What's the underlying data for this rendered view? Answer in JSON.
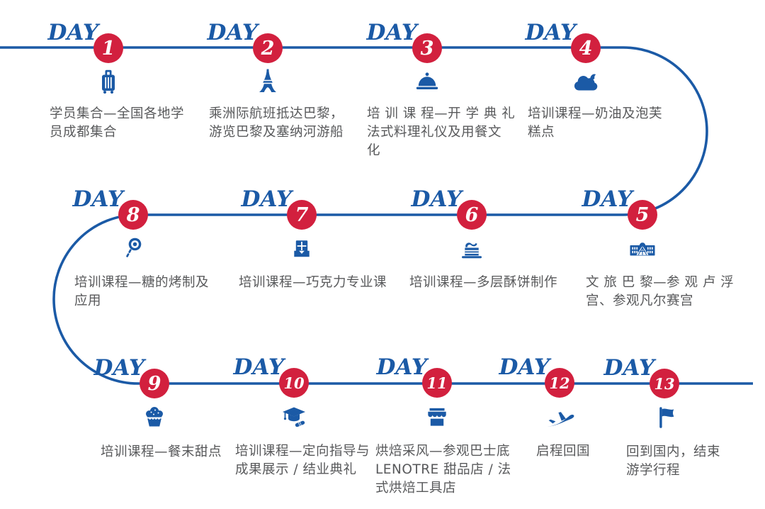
{
  "colors": {
    "path_blue": "#1b5aa6",
    "badge_red": "#d2203e",
    "text_gray": "#58595b"
  },
  "timeline": {
    "day_label": "DAY",
    "days": [
      {
        "number": "1",
        "icon": "luggage-icon",
        "description": "学员集合—全国各地学\n员成都集合"
      },
      {
        "number": "2",
        "icon": "eiffel-tower-icon",
        "description": "乘洲际航班抵达巴黎，\n游览巴黎及塞纳河游船"
      },
      {
        "number": "3",
        "icon": "cloche-icon",
        "description": "培 训 课 程—开 学 典 礼\n法式料理礼仪及用餐文\n化"
      },
      {
        "number": "4",
        "icon": "whipped-cream-icon",
        "description": "培训课程—奶油及泡芙\n糕点"
      },
      {
        "number": "5",
        "icon": "louvre-icon",
        "description": "文 旅 巴 黎—参 观 卢 浮\n宫、参观凡尔赛宫"
      },
      {
        "number": "6",
        "icon": "layer-cake-icon",
        "description": "培训课程—多层酥饼制作"
      },
      {
        "number": "7",
        "icon": "chocolate-icon",
        "description": "培训课程—巧克力专业课"
      },
      {
        "number": "8",
        "icon": "lollipop-icon",
        "description": "培训课程—糖的烤制及\n应用"
      },
      {
        "number": "9",
        "icon": "cupcake-icon",
        "description": "培训课程—餐末甜点"
      },
      {
        "number": "10",
        "icon": "graduation-cap-icon",
        "description": "培训课程—定向指导与\n成果展示 / 结业典礼"
      },
      {
        "number": "11",
        "icon": "shop-icon",
        "description": "烘焙采风—参观巴士底\nLENOTRE 甜品店 / 法\n式烘焙工具店"
      },
      {
        "number": "12",
        "icon": "airplane-icon",
        "description": "启程回国"
      },
      {
        "number": "13",
        "icon": "flag-icon",
        "description": "回到国内，结束\n游学行程"
      }
    ]
  }
}
